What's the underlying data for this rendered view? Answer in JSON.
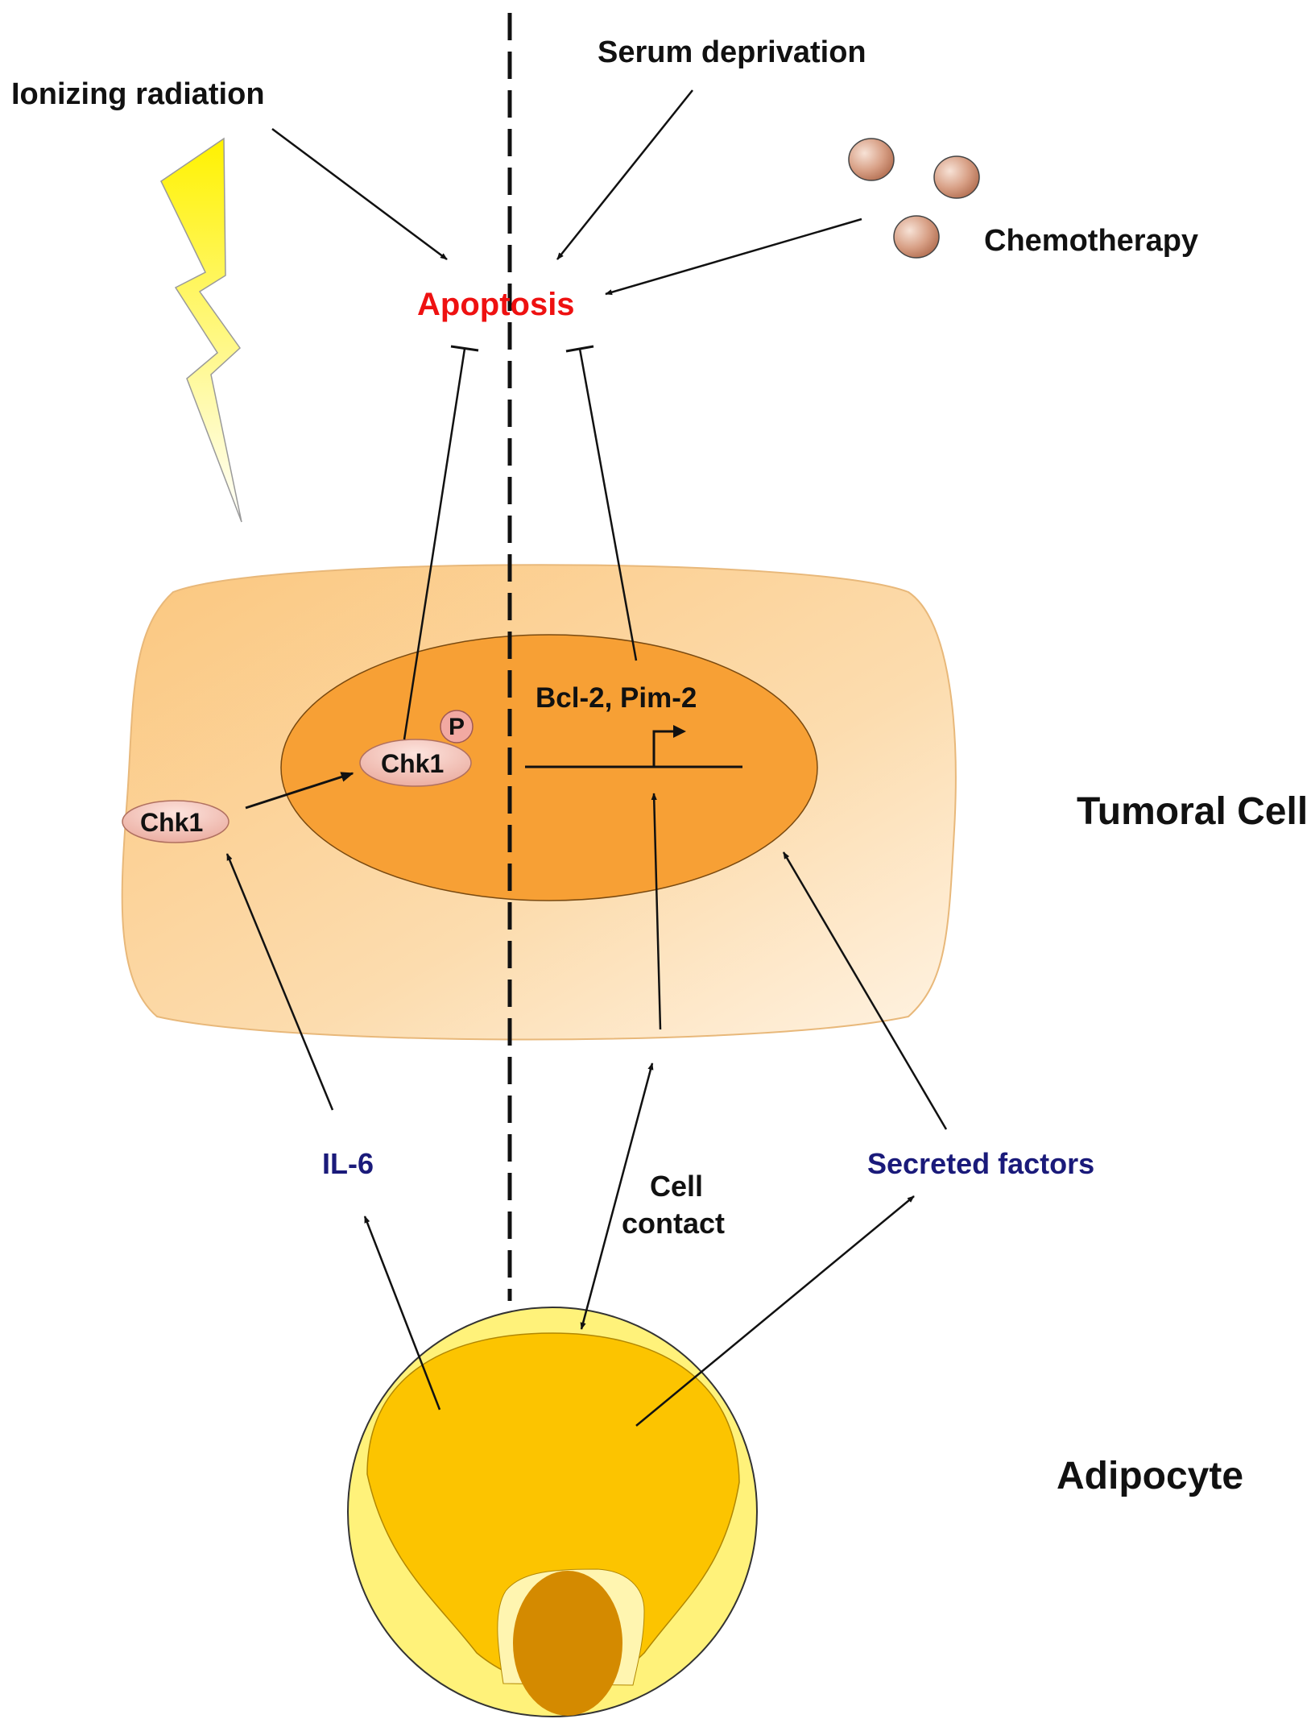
{
  "labels": {
    "ionizing_radiation": "Ionizing radiation",
    "serum_deprivation": "Serum deprivation",
    "chemotherapy": "Chemotherapy",
    "apoptosis": "Apoptosis",
    "bcl2_pim2": "Bcl-2, Pim-2",
    "chk1_cytoplasm": "Chk1",
    "chk1_nucleus": "Chk1",
    "phospho": "P",
    "tumoral_cell": "Tumoral Cell",
    "il6": "IL-6",
    "cell_contact_line1": "Cell",
    "cell_contact_line2": "contact",
    "secreted_factors": "Secreted factors",
    "adipocyte": "Adipocyte"
  },
  "colors": {
    "apoptosis_text": "#ee1111",
    "factor_text": "#1a1a7a",
    "cell_body": "#fcd39a",
    "nucleus": "#f7a035",
    "chk1_fill": "#f4c0b4",
    "adipocyte_outer": "#fff27a",
    "adipocyte_inner": "#fcc400",
    "adipocyte_nucleus": "#d48a00",
    "pill_fill": "#c9866a"
  }
}
